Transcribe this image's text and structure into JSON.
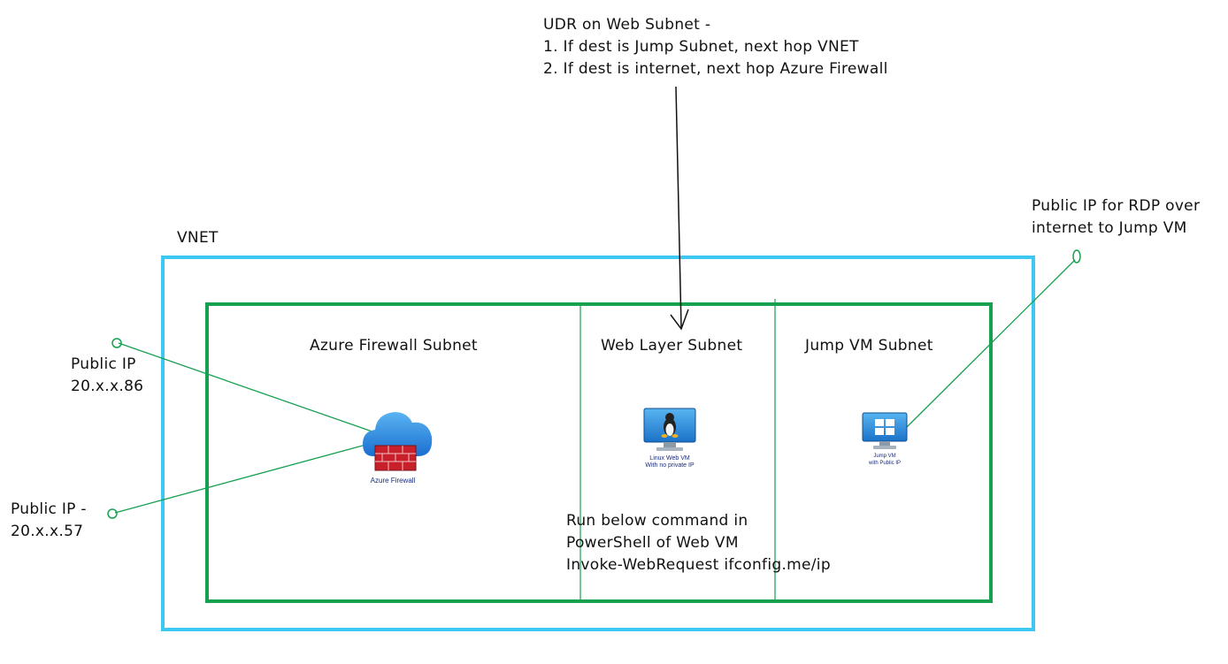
{
  "udr_note": {
    "title": "UDR on Web Subnet -",
    "lines": [
      "1. If dest is Jump Subnet, next hop VNET",
      "2. If dest is internet, next hop Azure Firewall"
    ]
  },
  "vnet": {
    "label": "VNET",
    "color": "#3cc8f0"
  },
  "subnet_border_color": "#16a050",
  "subnets": [
    {
      "label": "Azure Firewall Subnet"
    },
    {
      "label": "Web Layer Subnet"
    },
    {
      "label": "Jump VM Subnet"
    }
  ],
  "public_ips": [
    {
      "line1": "Public IP",
      "line2": "20.x.x.86"
    },
    {
      "line1": "Public IP -",
      "line2": "20.x.x.57"
    },
    {
      "line1": "Public IP for RDP over",
      "line2": "internet to Jump VM"
    }
  ],
  "resources": {
    "firewall": {
      "caption": "Azure Firewall",
      "icon": "azure-firewall-icon"
    },
    "web_vm": {
      "caption_line1": "Linux Web VM",
      "caption_line2": "With no private IP",
      "icon": "linux-vm-icon"
    },
    "jump_vm": {
      "caption_line1": "Jump VM",
      "caption_line2": "with Public IP",
      "icon": "windows-vm-icon"
    }
  },
  "command_note": {
    "line1": "Run below command in",
    "line2": "PowerShell of Web VM",
    "line3": "Invoke-WebRequest ifconfig.me/ip"
  },
  "connector_color": "#16a050"
}
